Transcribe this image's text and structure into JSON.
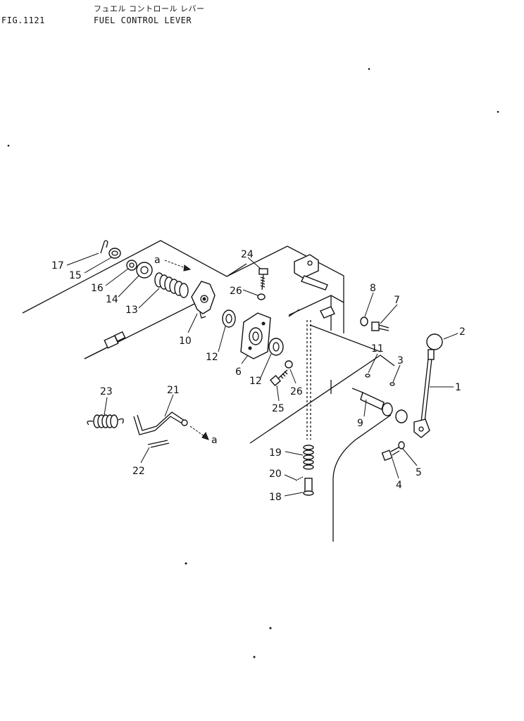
{
  "header": {
    "fig": "FIG.1121",
    "title_jp": "フュエル コントロール レバー",
    "title_en": "FUEL CONTROL LEVER"
  },
  "callouts": {
    "c1": "1",
    "c2": "2",
    "c3": "3",
    "c4": "4",
    "c5": "5",
    "c6": "6",
    "c7": "7",
    "c8": "8",
    "c9": "9",
    "c10": "10",
    "c11": "11",
    "c12a": "12",
    "c12b": "12",
    "c13": "13",
    "c14": "14",
    "c15": "15",
    "c16": "16",
    "c17": "17",
    "c18": "18",
    "c19": "19",
    "c20": "20",
    "c21": "21",
    "c22": "22",
    "c23": "23",
    "c24": "24",
    "c25": "25",
    "c26a": "26",
    "c26b": "26"
  },
  "refs": {
    "a_top": "a",
    "a_bottom": "a"
  }
}
